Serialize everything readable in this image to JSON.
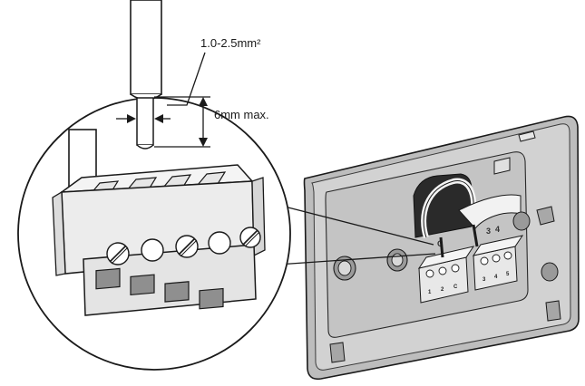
{
  "annotations": {
    "wire_gauge": "1.0-2.5mm²",
    "strip_length": "6mm max."
  },
  "base_plate": {
    "digit_labels": [
      "C",
      "3",
      "4"
    ],
    "terminal_block_left": [
      "1",
      "2",
      "C"
    ],
    "terminal_block_right": [
      "3",
      "4",
      "5"
    ]
  },
  "colors": {
    "ink": "#1a1a1a",
    "plate_fill": "#bdbdbd",
    "plate_inner": "#cfcfcf",
    "terminal_fill": "#e8e8e8"
  },
  "icons": {
    "screw": "screw-icon",
    "arrow": "arrow-icon"
  }
}
